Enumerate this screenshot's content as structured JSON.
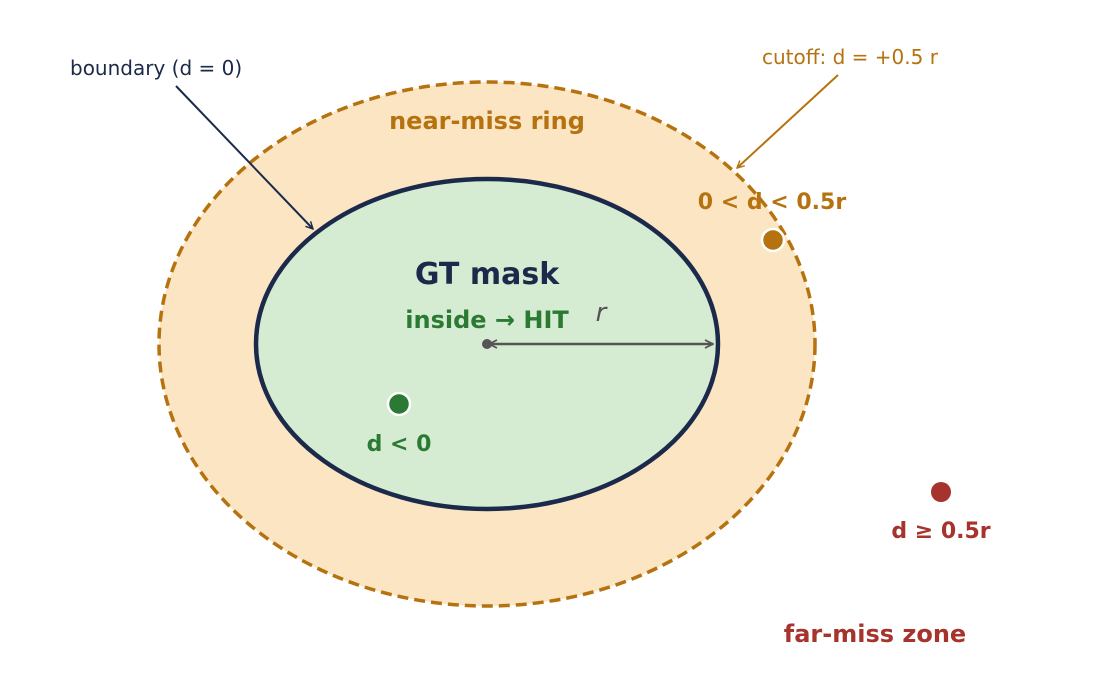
{
  "labels": {
    "boundary": "boundary (d = 0)",
    "cutoff": "cutoff:  d = +0.5 r",
    "near_miss_ring": "near-miss ring",
    "gt_mask": "GT mask",
    "inside_hit": "inside → HIT",
    "radius": "r",
    "ring_condition": "0 < d < 0.5r",
    "inside_condition": "d < 0",
    "far_condition": "d ≥ 0.5r",
    "far_miss_zone": "far-miss zone"
  },
  "colors": {
    "navy": "#1b2a4a",
    "orange": "#b5720f",
    "ring_fill": "#fbe5c2",
    "mask_fill": "#d5ebd2",
    "green": "#2b7a34",
    "red": "#a6332c",
    "gray": "#555555"
  },
  "points": [
    {
      "name": "hit-point",
      "zone": "inside",
      "color": "green"
    },
    {
      "name": "near-miss-point",
      "zone": "ring",
      "color": "orange"
    },
    {
      "name": "far-miss-point",
      "zone": "far",
      "color": "red"
    }
  ]
}
